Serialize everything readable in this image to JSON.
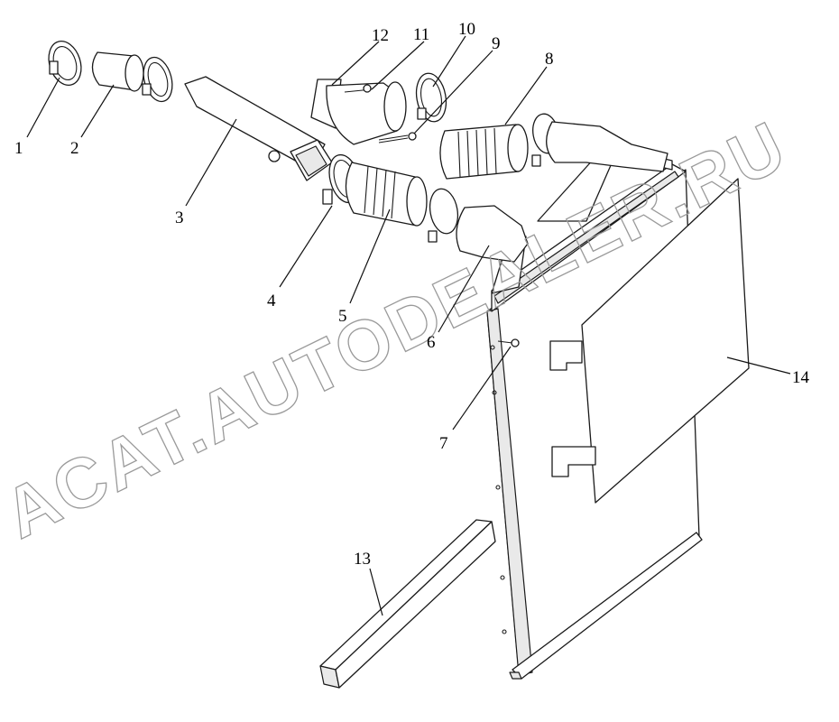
{
  "diagram": {
    "watermark": "ACAT.AUTODEALER.RU",
    "callouts": {
      "c1": "1",
      "c2": "2",
      "c3": "3",
      "c4": "4",
      "c5": "5",
      "c6": "6",
      "c7": "7",
      "c8": "8",
      "c9": "9",
      "c10": "10",
      "c11": "11",
      "c12": "12",
      "c13": "13",
      "c14": "14"
    }
  }
}
